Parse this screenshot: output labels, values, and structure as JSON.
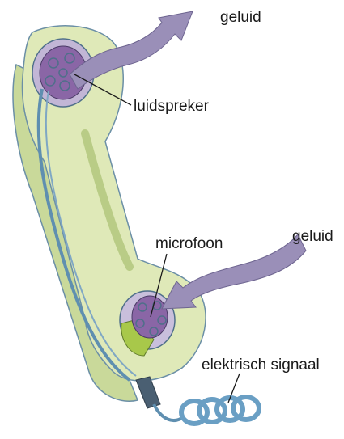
{
  "diagram": {
    "labels": {
      "sound_out": "geluid",
      "speaker": "luidspreker",
      "sound_in": "geluid",
      "microphone": "microfoon",
      "signal": "elektrisch signaal"
    },
    "colors": {
      "handset_fill": "#dfe9b8",
      "handset_edge": "#6b8fa6",
      "speaker_fill": "#8a66a6",
      "arrow_fill": "#9a8fb8",
      "cord": "#5f8fb0",
      "mic_inner": "#a8c84a"
    }
  }
}
